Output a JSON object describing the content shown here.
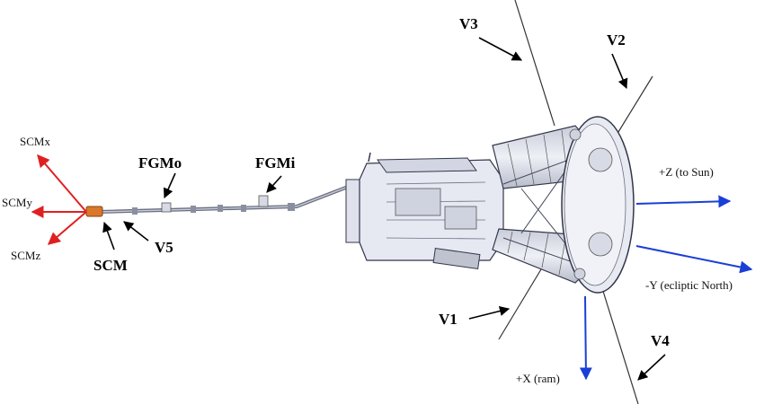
{
  "labels": {
    "scm_x": "SCMx",
    "scm_y": "SCMy",
    "scm_z": "SCMz",
    "scm": "SCM",
    "fgmo": "FGMo",
    "fgmi": "FGMi",
    "v1": "V1",
    "v2": "V2",
    "v3": "V3",
    "v4": "V4",
    "v5": "V5",
    "plus_z": "+Z (to Sun)",
    "minus_y": "-Y (ecliptic North)",
    "plus_x": "+X (ram)"
  },
  "colors": {
    "scm_axes": "#e02020",
    "sc_axes": "#1a3fd6",
    "pointer": "#000000",
    "structure_fill": "#e6e9f2",
    "structure_line": "#33364a",
    "boom": "#6a6e80",
    "scm_sensor": "#d9772a"
  }
}
